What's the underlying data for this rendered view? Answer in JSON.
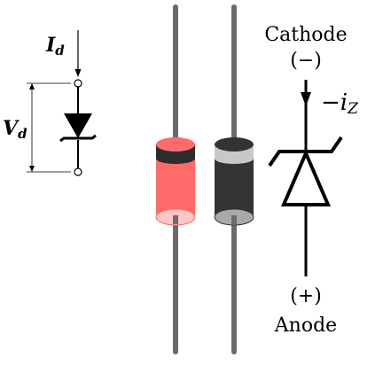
{
  "symbol": {
    "current_label": "I",
    "current_sub": "d",
    "voltage_label": "V",
    "voltage_sub": "d"
  },
  "zener": {
    "cathode_label": "Cathode",
    "cathode_sign": "(−)",
    "current_label": "−i",
    "current_sub": "Z",
    "anode_sign": "(+)",
    "anode_label": "Anode"
  },
  "colors": {
    "lead": "#6b6b6b",
    "red_body": "#ff6b6b",
    "red_band": "#2d2d2d",
    "red_light": "#ffc4c4",
    "black_body": "#333333",
    "black_band": "#c8c8c8",
    "black_light": "#a9a9a9",
    "ink": "#000000"
  }
}
